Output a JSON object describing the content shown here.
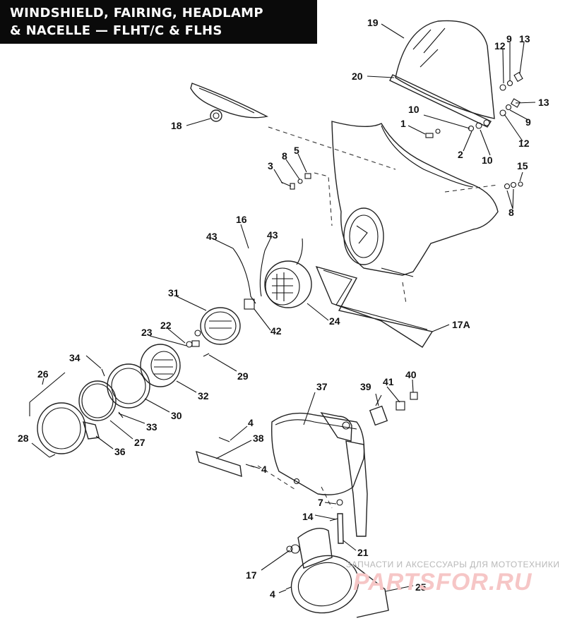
{
  "title": {
    "line1": "WINDSHIELD, FAIRING, HEADLAMP",
    "line2": "& NACELLE — FLHT/C & FLHS"
  },
  "watermark": {
    "tagline": "ЗАПЧАСТИ И АКСЕССУАРЫ ДЛЯ МОТОТЕХНИКИ",
    "brand": "PARTSFOR.RU"
  },
  "callouts": [
    "19",
    "12",
    "9",
    "13",
    "20",
    "10",
    "13",
    "9",
    "12",
    "1",
    "2",
    "10",
    "18",
    "3",
    "8",
    "5",
    "15",
    "8",
    "16",
    "43",
    "43",
    "24",
    "17A",
    "31",
    "22",
    "23",
    "42",
    "29",
    "34",
    "26",
    "32",
    "30",
    "33",
    "27",
    "28",
    "36",
    "37",
    "39",
    "41",
    "40",
    "4",
    "38",
    "4",
    "7",
    "14",
    "21",
    "17",
    "4",
    "25"
  ]
}
